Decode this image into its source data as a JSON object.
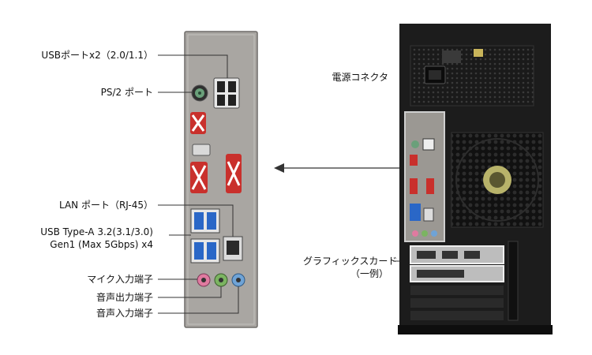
{
  "labels": {
    "usb2": "USBポートx2（2.0/1.1）",
    "ps2": "PS/2 ポート",
    "lan": "LAN ポート（RJ-45）",
    "usb3_line1": "USB Type-A 3.2(3.1/3.0)",
    "usb3_line2": "Gen1 (Max 5Gbps) x4",
    "mic": "マイク入力端子",
    "audio_out": "音声出力端子",
    "audio_in": "音声入力端子",
    "power": "電源コネクタ",
    "gpu_line1": "グラフィックスカード",
    "gpu_line2": "（一例）"
  },
  "colors": {
    "io_plate": "#a9a6a2",
    "case": "#1c1c1c",
    "usb3_blue": "#2a67c7",
    "mic_pink": "#e07aa0",
    "audio_green": "#7bb461",
    "audio_blue": "#6fa3d6",
    "serial_red": "#c9302c",
    "fan_yellow": "#b8b36a"
  }
}
